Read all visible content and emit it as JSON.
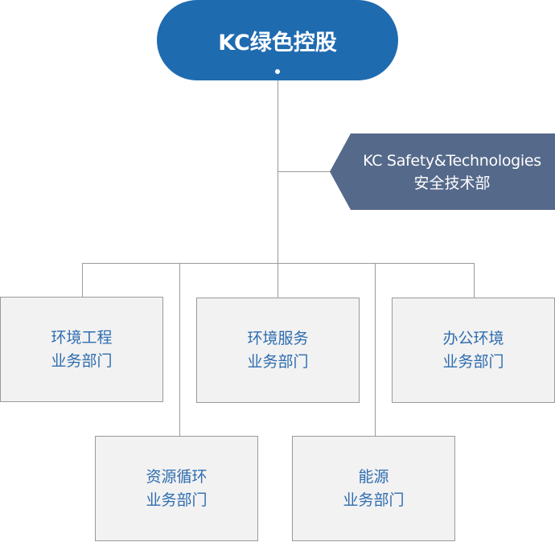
{
  "root": {
    "label": "KC绿色控股"
  },
  "side_department": {
    "name_en": "KC Safety&Technologies",
    "name_zh": "安全技术部"
  },
  "units": [
    {
      "line1": "环境工程",
      "line2": "业务部门"
    },
    {
      "line1": "环境服务",
      "line2": "业务部门"
    },
    {
      "line1": "办公环境",
      "line2": "业务部门"
    },
    {
      "line1": "资源循环",
      "line2": "业务部门"
    },
    {
      "line1": "能源",
      "line2": "业务部门"
    }
  ],
  "colors": {
    "root_fill": "#1f6bb0",
    "side_fill": "#55698a",
    "unit_fill": "#f2f2f2",
    "unit_text": "#2e6db0",
    "connector": "#9a9a9a"
  }
}
